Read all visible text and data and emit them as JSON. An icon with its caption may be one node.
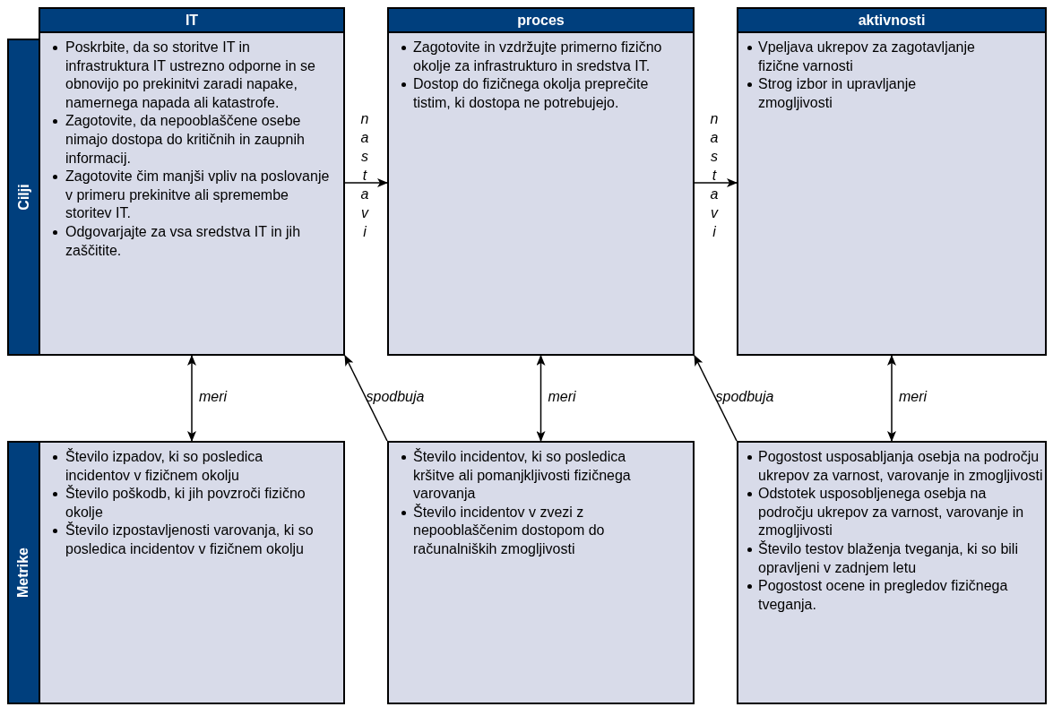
{
  "diagram": {
    "nodes": [
      {
        "text": [
          "IT"
        ]
      },
      {
        "text": [
          "proces"
        ]
      },
      {
        "text": [
          "aktivnosti"
        ]
      },
      {
        "text": [
          "Cilji"
        ]
      },
      {
        "text": [
          "Metrike"
        ]
      },
      {
        "text": [
          "Poskrbite, da so storitve IT in infrastruktura IT ustrezno odporne in se obnovijo po prekinitvi zaradi napake, namernega napada ali katastrofe.",
          "Zagotovite, da nepooblaščene osebe nimajo dostopa do kritičnih in zaupnih informacij.",
          "Zagotovite čim manjši vpliv na poslovanje v primeru prekinitve ali spremembe storitev IT.",
          "Odgovarjajte za vsa sredstva IT in jih zaščitite."
        ]
      },
      {
        "text": [
          "Zagotovite in vzdržujte primerno fizično okolje za infrastrukturo in sredstva IT.",
          "Dostop do fizičnega okolja preprečite tistim, ki dostopa ne potrebujejo."
        ]
      },
      {
        "text": [
          "Vpeljava ukrepov za zagotavljanje fizične varnosti",
          "Strog izbor in upravljanje zmogljivosti"
        ]
      },
      {
        "text": [
          "Število izpadov, ki so posledica incidentov v fizičnem okolju",
          "Število poškodb, ki jih povzroči fizično okolje",
          "Število izpostavljenosti varovanja, ki so posledica incidentov v fizičnem okolju"
        ]
      },
      {
        "text": [
          "Število incidentov, ki so posledica kršitve ali pomanjkljivosti fizičnega varovanja",
          "Število incidentov v zvezi z nepooblaščenim dostopom do računalniških zmogljivosti"
        ]
      },
      {
        "text": [
          "Pogostost usposabljanja osebja na področju ukrepov za varnost, varovanje in zmogljivosti",
          "Odstotek usposobljenega osebja na področju ukrepov za varnost, varovanje in zmogljivosti",
          "Število testov blaženja tveganja, ki so bili opravljeni v zadnjem letu",
          "Pogostost ocene in pregledov fizičnega tveganja."
        ]
      }
    ],
    "edges": [
      {
        "from": 5,
        "to": 6,
        "arrow": "to",
        "label": "nastavi"
      },
      {
        "from": 6,
        "to": 7,
        "arrow": "to",
        "label": "nastavi"
      },
      {
        "from": 5,
        "to": 8,
        "arrow": "both",
        "label": "meri"
      },
      {
        "from": 9,
        "to": 5,
        "arrow": "to",
        "label": "spodbuja"
      },
      {
        "from": 6,
        "to": 9,
        "arrow": "both",
        "label": "meri"
      },
      {
        "from": 10,
        "to": 6,
        "arrow": "to",
        "label": "spodbuja"
      },
      {
        "from": 7,
        "to": 10,
        "arrow": "both",
        "label": "meri"
      }
    ]
  }
}
